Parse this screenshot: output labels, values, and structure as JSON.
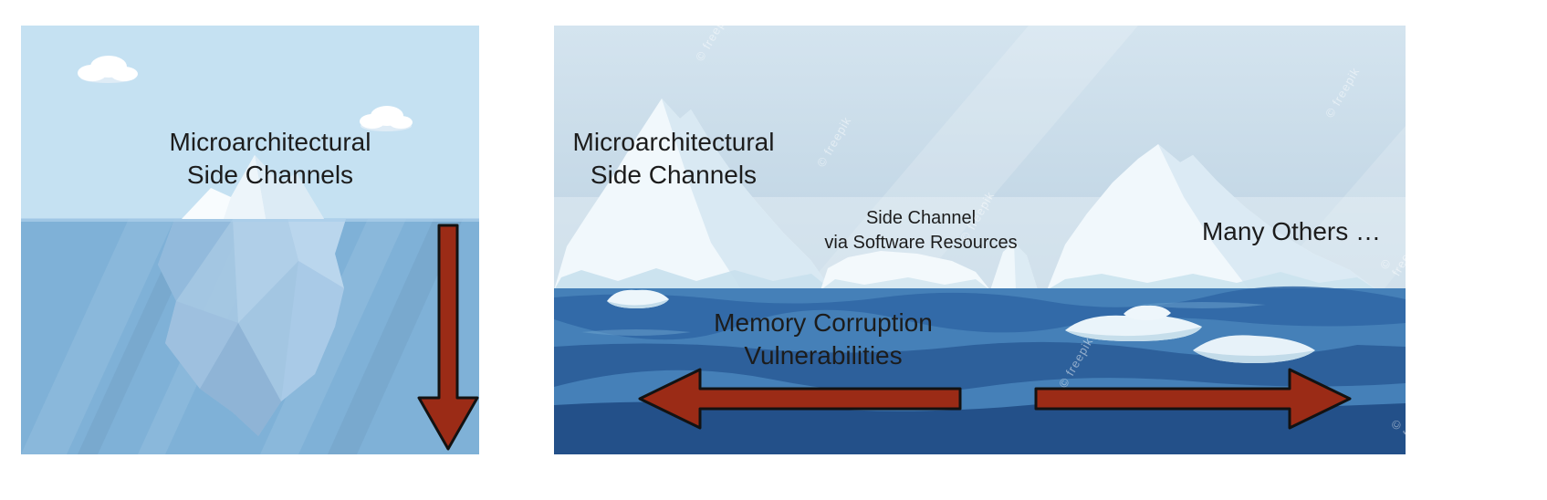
{
  "page": {
    "background": "#ffffff",
    "description_colors": {
      "arrow_red": "#9b2b16",
      "arrow_outline": "#121212",
      "left_sky": "#c5e1f2",
      "left_water": "#7fb1d7",
      "right_water": "#4580b8",
      "right_water_deep": "#235089",
      "iceberg_white": "#f2f8fc",
      "text": "#1c1c1c"
    }
  },
  "panels": {
    "left": {
      "title": {
        "line1": "Microarchitectural",
        "line2": "Side Channels"
      },
      "arrow": {
        "direction": "down",
        "color": "#9b2b16"
      }
    },
    "right": {
      "labels": {
        "microarch": {
          "line1": "Microarchitectural",
          "line2": "Side Channels"
        },
        "side_channel_software": {
          "line1": "Side Channel",
          "line2": "via Software Resources"
        },
        "many_others": "Many Others …",
        "memory_corruption": {
          "line1": "Memory Corruption",
          "line2": "Vulnerabilities"
        }
      },
      "arrows": {
        "left": {
          "direction": "left"
        },
        "right": {
          "direction": "right"
        },
        "color": "#9b2b16"
      },
      "watermark": "© freepik"
    }
  }
}
